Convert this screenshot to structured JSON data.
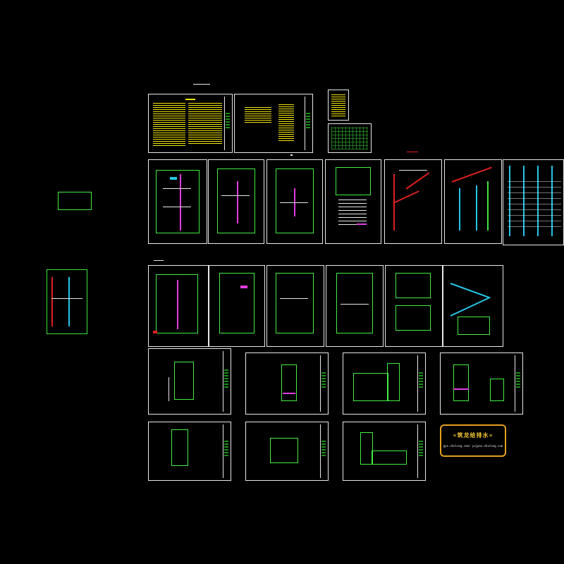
{
  "watermark": {
    "title": "«筑龙给排水»",
    "url": "gps.zhulong.com/ yujpax.zhulong.com"
  },
  "colors": {
    "background": "#000000",
    "frame": "#e8e8e8",
    "yellow_text": "#f5e60a",
    "green_lines": "#3fe23f",
    "magenta": "#e23ce2",
    "red": "#e02020",
    "cyan": "#26c6e6",
    "stamp_border": "#e6a020"
  },
  "sheets": {
    "notes": [
      "notes-sheet-1",
      "notes-sheet-2"
    ],
    "legend": [
      "legend-sheet-1",
      "legend-sheet-2"
    ],
    "plans_row1": [
      "plan-1",
      "plan-2",
      "plan-3",
      "plan-4",
      "system-1",
      "system-2",
      "system-3"
    ],
    "plans_row2": [
      "plan-5",
      "plan-6",
      "plan-7",
      "plan-8",
      "plan-9",
      "plan-10"
    ],
    "elevations": [
      "elev-1",
      "elev-2",
      "elev-3",
      "elev-4",
      "elev-5",
      "elev-6",
      "elev-7"
    ]
  }
}
